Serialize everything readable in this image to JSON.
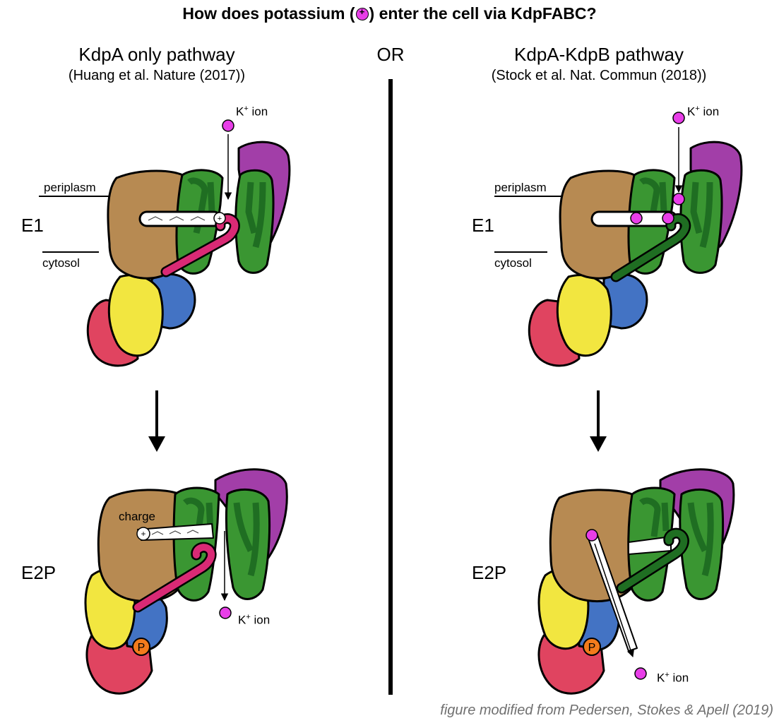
{
  "title": {
    "before": "How does potassium (",
    "after": ") enter the cell via KdpFABC?"
  },
  "left": {
    "heading": "KdpA only pathway",
    "citation": "(Huang et al. Nature (2017))"
  },
  "middle": {
    "or": "OR"
  },
  "right": {
    "heading": "KdpA-KdpB pathway",
    "citation": "(Stock et al. Nat. Commun (2018))"
  },
  "states": {
    "e1": "E1",
    "e2p": "E2P"
  },
  "labels": {
    "periplasm": "periplasm",
    "cytosol": "cytosol",
    "charge": "charge",
    "phospho": "P",
    "k_ion": "K",
    "k_charge": "+",
    "k_ion_suffix": " ion",
    "plus": "+"
  },
  "credit": "figure modified from Pedersen, Stokes & Apell (2019)",
  "colors": {
    "kdpa_green": "#3a9632",
    "kdpa_dark": "#1f6e22",
    "kdpb_brown": "#b78a52",
    "n_domain_yellow": "#f2e640",
    "p_domain_blue": "#4373c4",
    "a_domain_red": "#e04460",
    "kdpc_purple": "#a23ea8",
    "kdpf_pink": "#d92a75",
    "k_ion_magenta": "#e83ee8",
    "phospho_orange": "#f37b1c",
    "credit_gray": "#707070"
  }
}
